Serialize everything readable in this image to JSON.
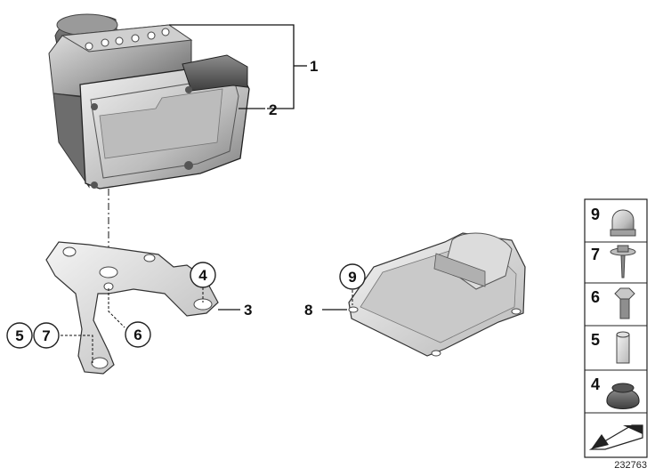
{
  "callouts": {
    "c1": "1",
    "c2": "2",
    "c3": "3",
    "c4": "4",
    "c5": "5",
    "c6": "6",
    "c7": "7",
    "c8": "8",
    "c9": "9"
  },
  "legend": {
    "items": [
      {
        "label": "9",
        "icon": "cap-nut-icon"
      },
      {
        "label": "7",
        "icon": "hex-bolt-washer-icon"
      },
      {
        "label": "6",
        "icon": "hex-bolt-icon"
      },
      {
        "label": "5",
        "icon": "spacer-sleeve-icon"
      },
      {
        "label": "4",
        "icon": "rubber-grommet-icon"
      }
    ],
    "footer_icon": "next-page-arrow-icon"
  },
  "diagram_id": "232763",
  "colors": {
    "line": "#111111",
    "part_light": "#d9d9d9",
    "part_mid": "#a9a9a9",
    "part_dark": "#6f6f6f"
  }
}
